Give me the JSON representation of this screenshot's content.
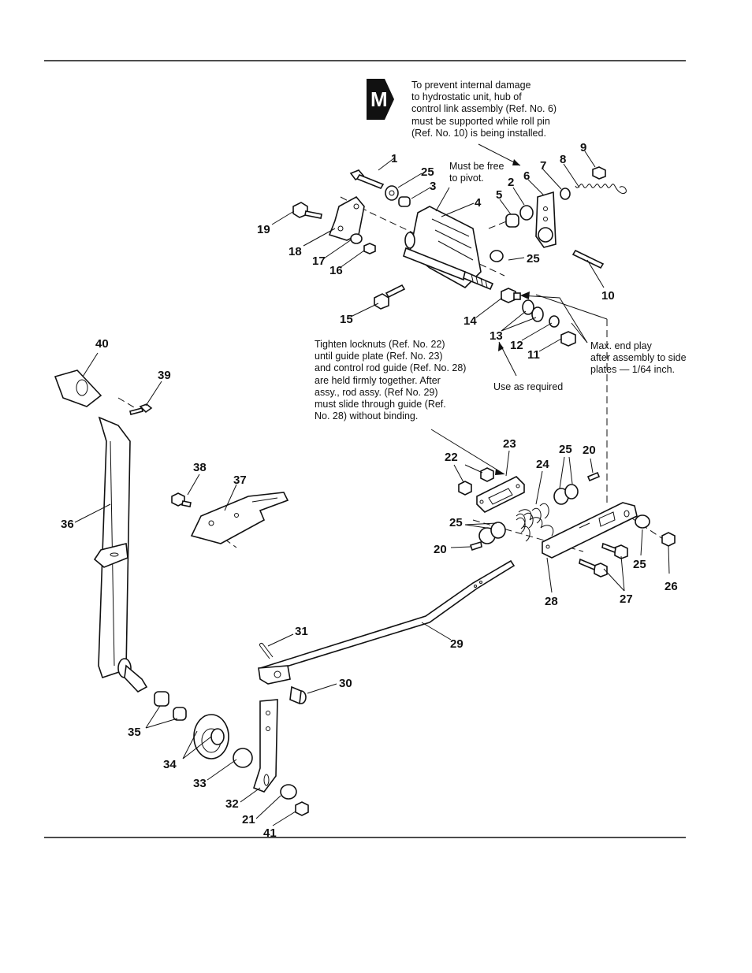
{
  "badge": {
    "letter": "M"
  },
  "notes": {
    "maintenance": "To prevent internal damage\nto hydrostatic unit, hub of\ncontrol link assembly (Ref. No. 6)\nmust be supported while roll pin\n(Ref. No. 10) is being installed.",
    "pivot": "Must be free\nto pivot.",
    "locknuts": "Tighten locknuts (Ref. No. 22)\nuntil guide plate (Ref. No. 23)\nand control rod guide (Ref. No. 28)\nare held firmly together. After\nassy., rod assy. (Ref No. 29)\nmust slide through guide (Ref.\nNo. 28) without binding.",
    "endplay": "Max. end play\nafter assembly to side\nplates — 1/64 inch.",
    "as_required": "Use as required"
  },
  "callouts": [
    {
      "id": "c1",
      "text": "1"
    },
    {
      "id": "c25a",
      "text": "25"
    },
    {
      "id": "c3",
      "text": "3"
    },
    {
      "id": "c4",
      "text": "4"
    },
    {
      "id": "c2",
      "text": "2"
    },
    {
      "id": "c5",
      "text": "5"
    },
    {
      "id": "c6",
      "text": "6"
    },
    {
      "id": "c7",
      "text": "7"
    },
    {
      "id": "c8",
      "text": "8"
    },
    {
      "id": "c9",
      "text": "9"
    },
    {
      "id": "c19",
      "text": "19"
    },
    {
      "id": "c18",
      "text": "18"
    },
    {
      "id": "c17",
      "text": "17"
    },
    {
      "id": "c16",
      "text": "16"
    },
    {
      "id": "c25b",
      "text": "25"
    },
    {
      "id": "c10",
      "text": "10"
    },
    {
      "id": "c15",
      "text": "15"
    },
    {
      "id": "c14",
      "text": "14"
    },
    {
      "id": "c13",
      "text": "13"
    },
    {
      "id": "c12",
      "text": "12"
    },
    {
      "id": "c11",
      "text": "11"
    },
    {
      "id": "c40",
      "text": "40"
    },
    {
      "id": "c39",
      "text": "39"
    },
    {
      "id": "c38",
      "text": "38"
    },
    {
      "id": "c37",
      "text": "37"
    },
    {
      "id": "c36",
      "text": "36"
    },
    {
      "id": "c23",
      "text": "23"
    },
    {
      "id": "c22",
      "text": "22"
    },
    {
      "id": "c24",
      "text": "24"
    },
    {
      "id": "c25c",
      "text": "25"
    },
    {
      "id": "c20a",
      "text": "20"
    },
    {
      "id": "c25d",
      "text": "25"
    },
    {
      "id": "c20b",
      "text": "20"
    },
    {
      "id": "c28",
      "text": "28"
    },
    {
      "id": "c27",
      "text": "27"
    },
    {
      "id": "c25e",
      "text": "25"
    },
    {
      "id": "c26",
      "text": "26"
    },
    {
      "id": "c29",
      "text": "29"
    },
    {
      "id": "c31",
      "text": "31"
    },
    {
      "id": "c30",
      "text": "30"
    },
    {
      "id": "c35",
      "text": "35"
    },
    {
      "id": "c34",
      "text": "34"
    },
    {
      "id": "c33",
      "text": "33"
    },
    {
      "id": "c32",
      "text": "32"
    },
    {
      "id": "c21",
      "text": "21"
    },
    {
      "id": "c41",
      "text": "41"
    }
  ]
}
